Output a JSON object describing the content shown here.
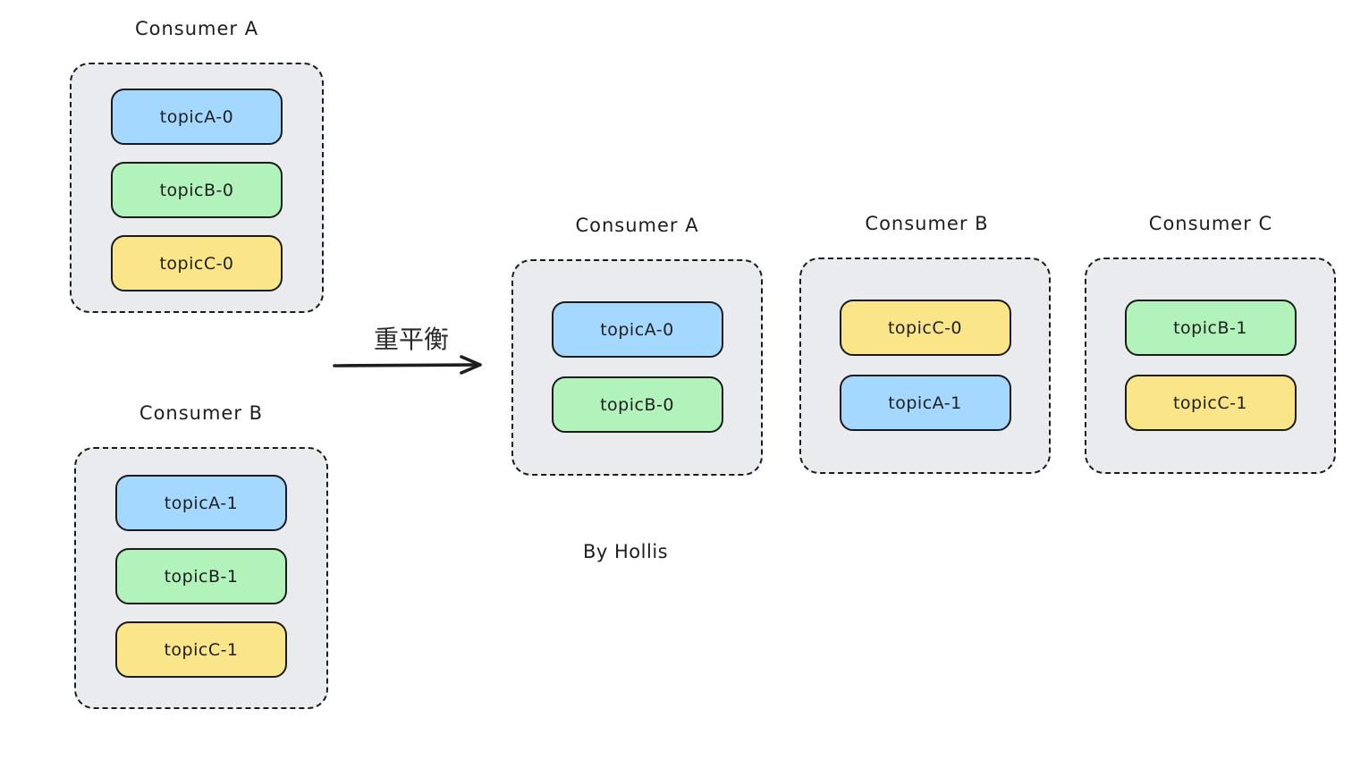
{
  "diagram": {
    "arrow_label": "重平衡",
    "credit": "By Hollis",
    "colors": {
      "partition_blue": "#a5d8ff",
      "partition_green": "#b2f2bb",
      "partition_yellow": "#fae588",
      "group_background": "#e9ebee",
      "stroke": "#1b1b1b"
    },
    "before": [
      {
        "title": "Consumer A",
        "partitions": [
          {
            "label": "topicA-0",
            "color": "blue"
          },
          {
            "label": "topicB-0",
            "color": "green"
          },
          {
            "label": "topicC-0",
            "color": "yellow"
          }
        ]
      },
      {
        "title": "Consumer B",
        "partitions": [
          {
            "label": "topicA-1",
            "color": "blue"
          },
          {
            "label": "topicB-1",
            "color": "green"
          },
          {
            "label": "topicC-1",
            "color": "yellow"
          }
        ]
      }
    ],
    "after": [
      {
        "title": "Consumer A",
        "partitions": [
          {
            "label": "topicA-0",
            "color": "blue"
          },
          {
            "label": "topicB-0",
            "color": "green"
          }
        ]
      },
      {
        "title": "Consumer B",
        "partitions": [
          {
            "label": "topicC-0",
            "color": "yellow"
          },
          {
            "label": "topicA-1",
            "color": "blue"
          }
        ]
      },
      {
        "title": "Consumer C",
        "partitions": [
          {
            "label": "topicB-1",
            "color": "green"
          },
          {
            "label": "topicC-1",
            "color": "yellow"
          }
        ]
      }
    ]
  }
}
